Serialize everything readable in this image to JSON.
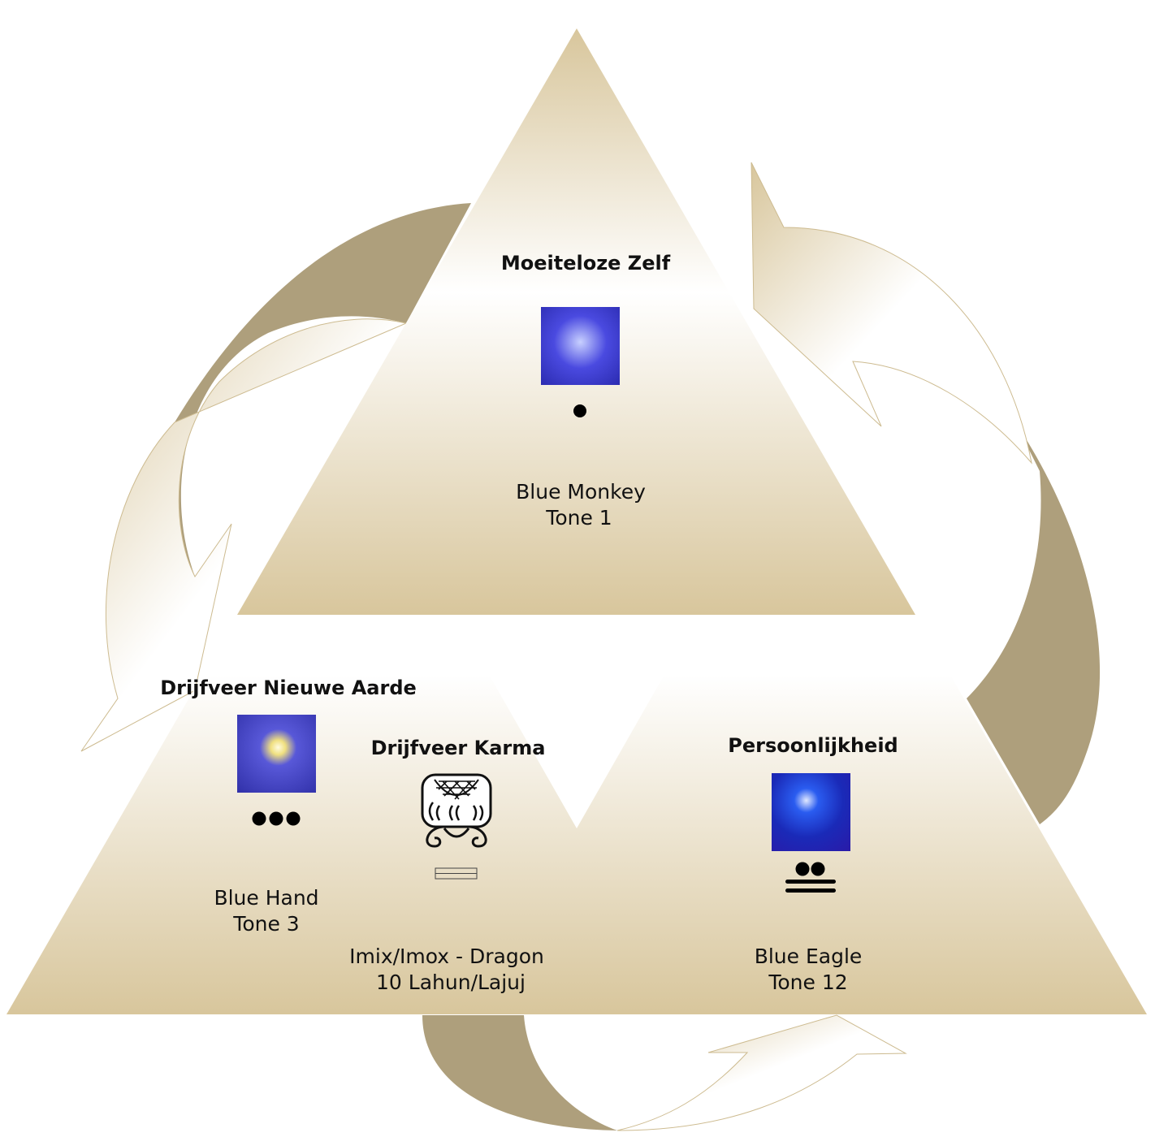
{
  "colors": {
    "tan": "#d8c69c",
    "arrow": "#ae9f7c",
    "blue": "#3a3ad0"
  },
  "top": {
    "title": "Moeiteloze Zelf",
    "name": "Blue Monkey",
    "tone": "Tone 1",
    "tone_number": 1,
    "icon": "monkey-glyph-icon"
  },
  "left": {
    "title": "Drijfveer Nieuwe Aarde",
    "name": "Blue Hand",
    "tone": "Tone 3",
    "tone_number": 3,
    "icon": "hand-glyph-icon"
  },
  "middle": {
    "title": "Drijfveer Karma",
    "name": "Imix/Imox - Dragon",
    "tone": "10 Lahun/Lajuj",
    "tone_number": 10,
    "icon": "imix-glyph-icon"
  },
  "right": {
    "title": "Persoonlijkheid",
    "name": "Blue Eagle",
    "tone": "Tone 12",
    "tone_number": 12,
    "icon": "eagle-glyph-icon"
  }
}
